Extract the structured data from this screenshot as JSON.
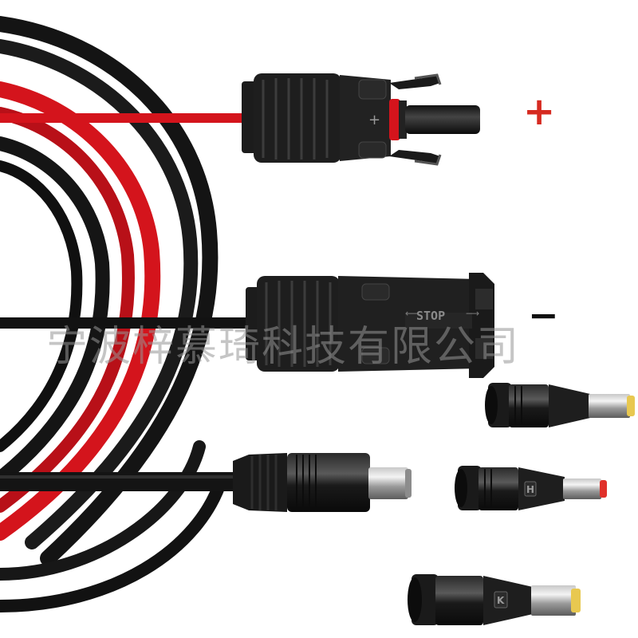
{
  "image": {
    "subject": "solar-panel-extension-cable",
    "colors": {
      "background": "#ffffff",
      "cable_black": "#141414",
      "cable_red": "#d4141c",
      "connector_body": "#1c1c1c",
      "connector_highlight": "#3a3a3a",
      "pin_tip_gold": "#e8c850",
      "pin_tip_red": "#e0302a"
    }
  },
  "labels": {
    "positive_sign": "+",
    "negative_sign": "−",
    "positive_color": "#d62a20",
    "negative_color": "#111111"
  },
  "connectors": {
    "male": {
      "polarity_mark": "+",
      "ring_color": "#d4141c"
    },
    "female": {
      "lock_label": "STOP"
    }
  },
  "adapters": {
    "top": {
      "tip_color": "#e8c850"
    },
    "middle": {
      "mark": "H",
      "tip_color": "#e0302a"
    },
    "bottom": {
      "mark": "K",
      "tip_color": "#e8c850"
    }
  },
  "watermark": {
    "text": "宁波梓慕琦科技有限公司"
  }
}
